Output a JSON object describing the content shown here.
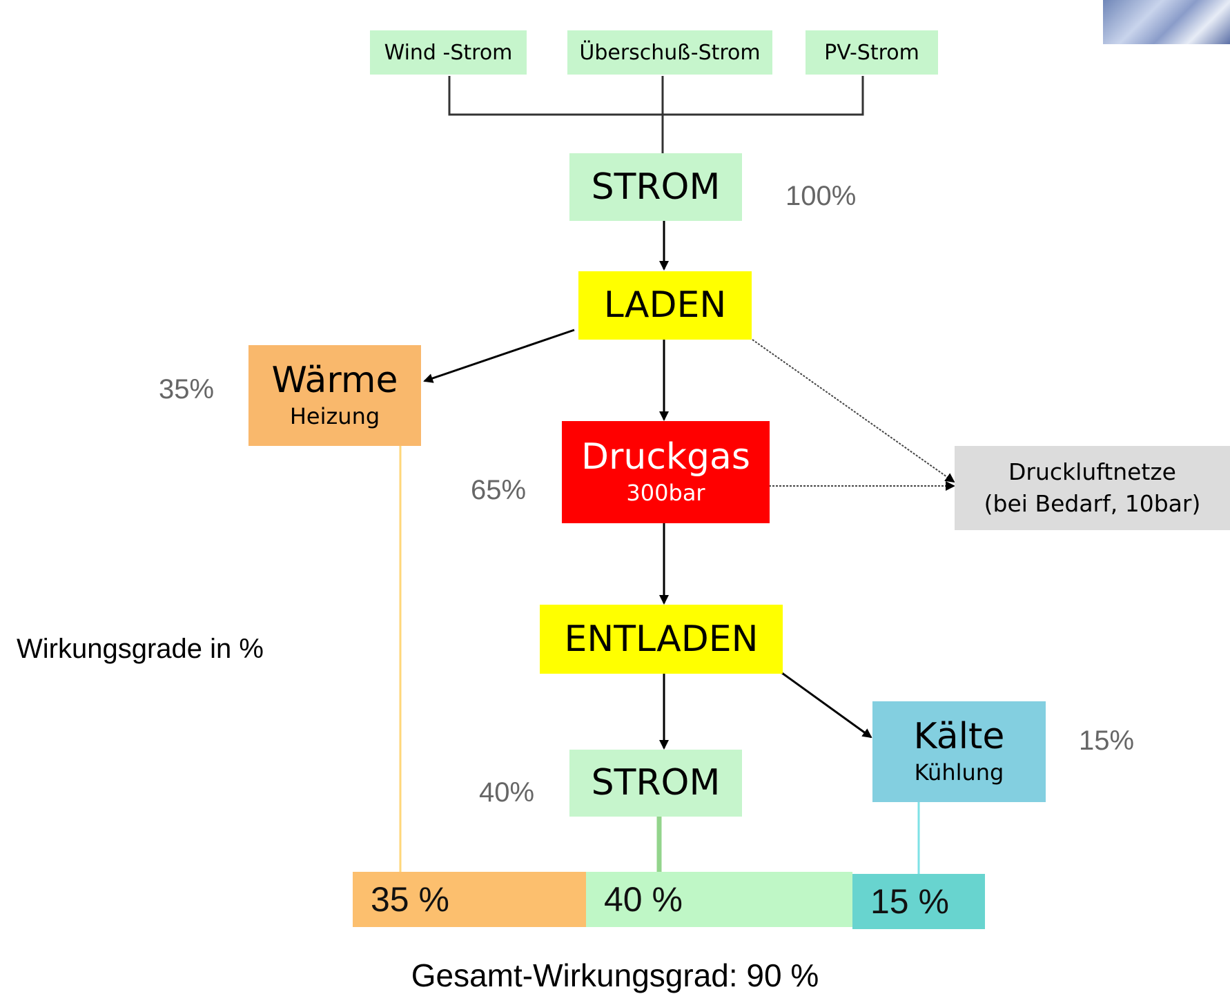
{
  "sources": [
    "Wind -Strom",
    "Überschuß-Strom",
    "PV-Strom"
  ],
  "nodes": {
    "strom_top": {
      "label": "STROM",
      "pct": "100%"
    },
    "laden": {
      "label": "LADEN"
    },
    "waerme": {
      "label": "Wärme",
      "sub": "Heizung",
      "pct": "35%"
    },
    "druckgas": {
      "label": "Druckgas",
      "sub": "300bar",
      "pct": "65%"
    },
    "druckluft": {
      "line1": "Druckluftnetze",
      "line2": "(bei Bedarf, 10bar)"
    },
    "entladen": {
      "label": "ENTLADEN"
    },
    "kaelte": {
      "label": "Kälte",
      "sub": "Kühlung",
      "pct": "15%"
    },
    "strom_bottom": {
      "label": "STROM",
      "pct": "40%"
    }
  },
  "side_label": "Wirkungsgrade in %",
  "summary_bars": [
    {
      "label": "35 %",
      "value": 35,
      "color": "#fcbf6e"
    },
    {
      "label": "40 %",
      "value": 40,
      "color": "#bff7c6"
    },
    {
      "label": "15 %",
      "value": 15,
      "color": "#68d4cf"
    }
  ],
  "total": "Gesamt-Wirkungsgrad: 90 %",
  "colors": {
    "green": "#c6f5cc",
    "yellow": "#ffff00",
    "orange": "#f9b86c",
    "red": "#ff0000",
    "gray": "#dcdcdc",
    "blue": "#83cfe0"
  }
}
